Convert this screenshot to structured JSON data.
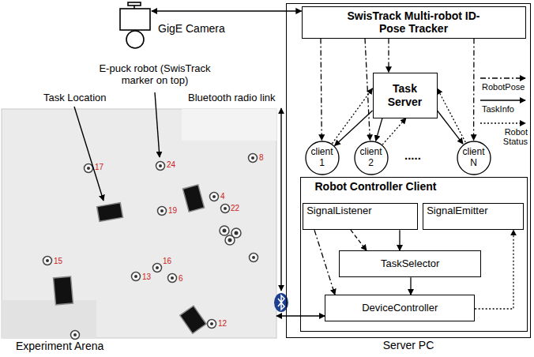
{
  "diagram": {
    "nodes": [
      {
        "text": [
          "GigE Camera"
        ]
      },
      {
        "text": [
          "Server PC"
        ]
      },
      {
        "text": [
          "SwisTrack Multi-robot ID-Pose Tracker"
        ],
        "in": 1
      },
      {
        "text": [
          "Task Server"
        ],
        "in": 1
      },
      {
        "text": [
          "client 1"
        ],
        "in": 1
      },
      {
        "text": [
          "client 2"
        ],
        "in": 1
      },
      {
        "text": [
          "client N"
        ],
        "in": 1
      },
      {
        "text": [
          "Robot Controller Client"
        ],
        "in": 1
      },
      {
        "text": [
          "SignalListener"
        ],
        "in": 7
      },
      {
        "text": [
          "SignalEmitter"
        ],
        "in": 7
      },
      {
        "text": [
          "TaskSelector"
        ],
        "in": 7
      },
      {
        "text": [
          "DeviceController"
        ],
        "in": 7
      },
      {
        "text": [
          "Experiment Arena"
        ]
      }
    ],
    "edges": [
      {
        "from": 0,
        "to": 2,
        "arrow": "both"
      },
      {
        "from": 2,
        "to": 4,
        "arrow": "to"
      },
      {
        "from": 2,
        "to": 3,
        "arrow": "to"
      },
      {
        "from": 2,
        "to": 5,
        "arrow": "to"
      },
      {
        "from": 2,
        "to": 6,
        "arrow": "to"
      },
      {
        "from": 3,
        "to": 4,
        "arrow": "to"
      },
      {
        "from": 4,
        "to": 3,
        "arrow": "to"
      },
      {
        "from": 3,
        "to": 5,
        "arrow": "to"
      },
      {
        "from": 5,
        "to": 3,
        "arrow": "to"
      },
      {
        "from": 3,
        "to": 6,
        "arrow": "to"
      },
      {
        "from": 6,
        "to": 3,
        "arrow": "to"
      },
      {
        "from": 8,
        "to": 10,
        "arrow": "to"
      },
      {
        "from": 8,
        "to": 10,
        "arrow": "to"
      },
      {
        "from": 8,
        "to": 11,
        "arrow": "to"
      },
      {
        "from": 10,
        "to": 11,
        "arrow": "to"
      },
      {
        "from": 11,
        "to": 9,
        "arrow": "to"
      },
      {
        "from": 12,
        "to": 11,
        "arrow": "both"
      }
    ],
    "labels": [
      "Task Location",
      "E-puck robot (SwisTrack marker on top)",
      "Bluetooth radio link",
      ".....",
      "17",
      "24",
      "8",
      "4",
      "22",
      "19",
      "15",
      "13",
      "16",
      "6",
      "12"
    ],
    "legend": [
      {
        "text": "RobotPose"
      },
      {
        "text": "TaskInfo"
      },
      {
        "text": "Robot Status"
      }
    ]
  }
}
